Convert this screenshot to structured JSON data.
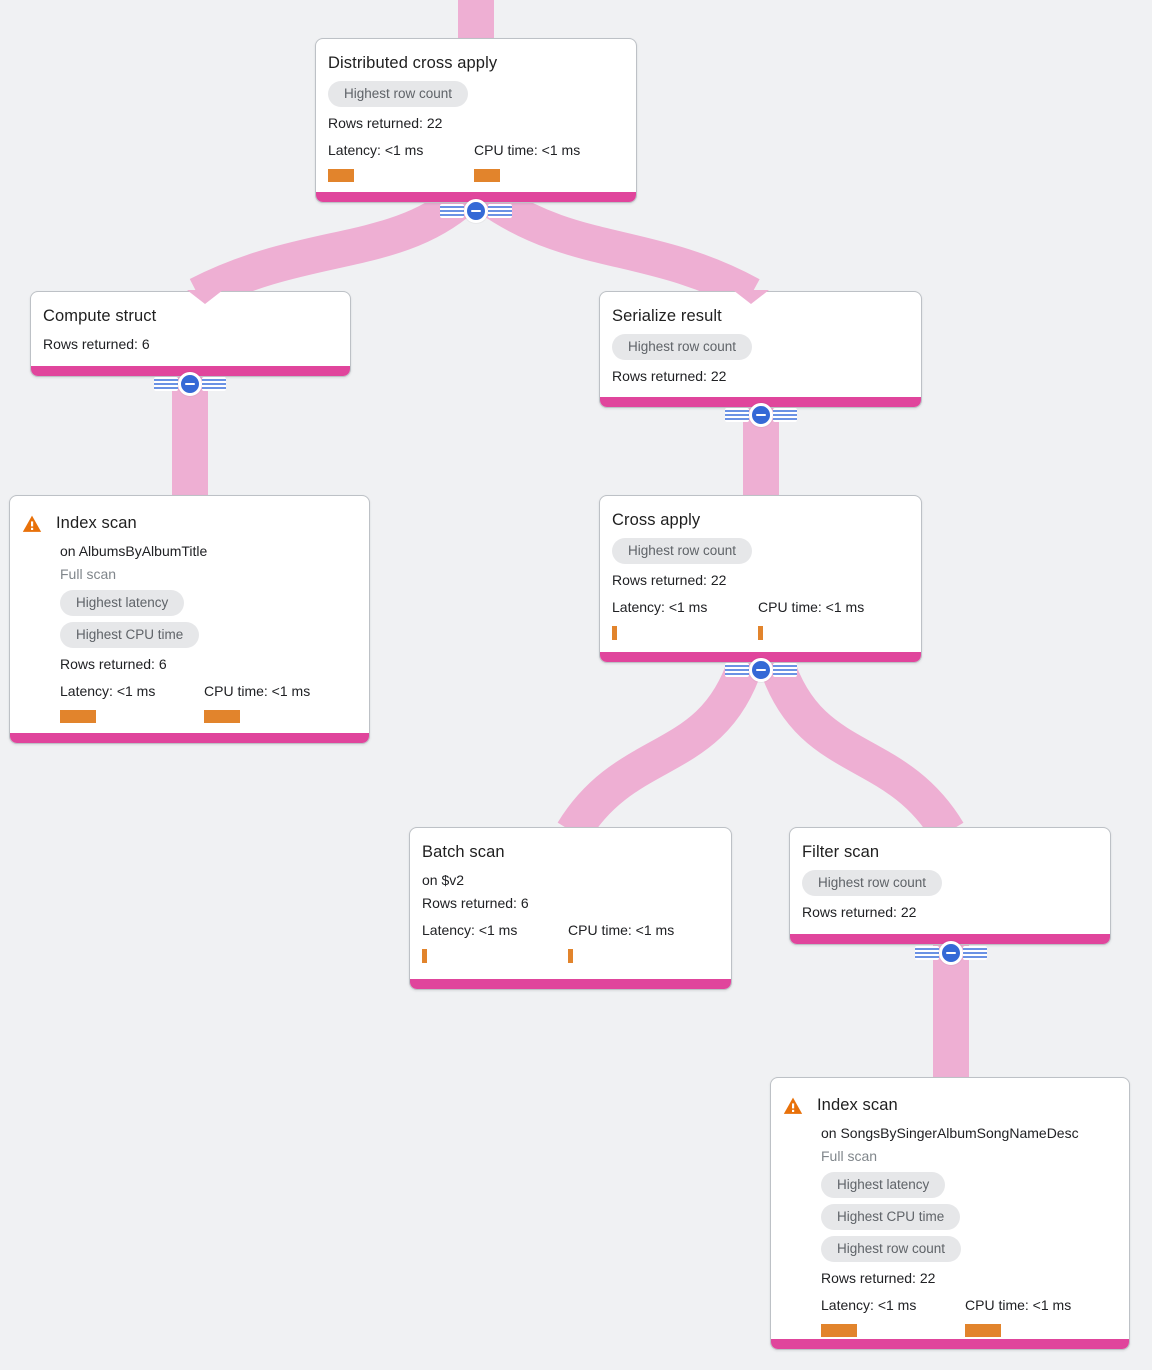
{
  "app": {
    "name": "Query execution plan graph"
  },
  "colors": {
    "background": "#f0f1f3",
    "edge_pink": "#eeafd3",
    "node_bottom_bar": "#e0459c",
    "metric_bar_orange": "#e2842c",
    "badge_background": "#e6e7e9",
    "badge_text": "#5f6368",
    "collapse_button_blue": "#3569d6",
    "warning_orange": "#e8710a"
  },
  "nodes": {
    "distributed_cross_apply": {
      "title": "Distributed cross apply",
      "badge": "Highest row count",
      "rows_returned": "Rows returned: 22",
      "latency": "Latency: <1 ms",
      "cpu_time": "CPU time: <1 ms"
    },
    "compute_struct": {
      "title": "Compute struct",
      "rows_returned": "Rows returned: 6"
    },
    "serialize_result": {
      "title": "Serialize result",
      "badge": "Highest row count",
      "rows_returned": "Rows returned: 22"
    },
    "index_scan_albums": {
      "title": "Index scan",
      "on": "on AlbumsByAlbumTitle",
      "scan_type": "Full scan",
      "badges": [
        "Highest latency",
        "Highest CPU time"
      ],
      "rows_returned": "Rows returned: 6",
      "latency": "Latency: <1 ms",
      "cpu_time": "CPU time: <1 ms"
    },
    "cross_apply": {
      "title": "Cross apply",
      "badge": "Highest row count",
      "rows_returned": "Rows returned: 22",
      "latency": "Latency: <1 ms",
      "cpu_time": "CPU time: <1 ms"
    },
    "batch_scan": {
      "title": "Batch scan",
      "on": "on $v2",
      "rows_returned": "Rows returned: 6",
      "latency": "Latency: <1 ms",
      "cpu_time": "CPU time: <1 ms"
    },
    "filter_scan": {
      "title": "Filter scan",
      "badge": "Highest row count",
      "rows_returned": "Rows returned: 22"
    },
    "index_scan_songs": {
      "title": "Index scan",
      "on": "on SongsBySingerAlbumSongNameDesc",
      "scan_type": "Full scan",
      "badges": [
        "Highest latency",
        "Highest CPU time",
        "Highest row count"
      ],
      "rows_returned": "Rows returned: 22",
      "latency": "Latency: <1 ms",
      "cpu_time": "CPU time: <1 ms"
    }
  }
}
